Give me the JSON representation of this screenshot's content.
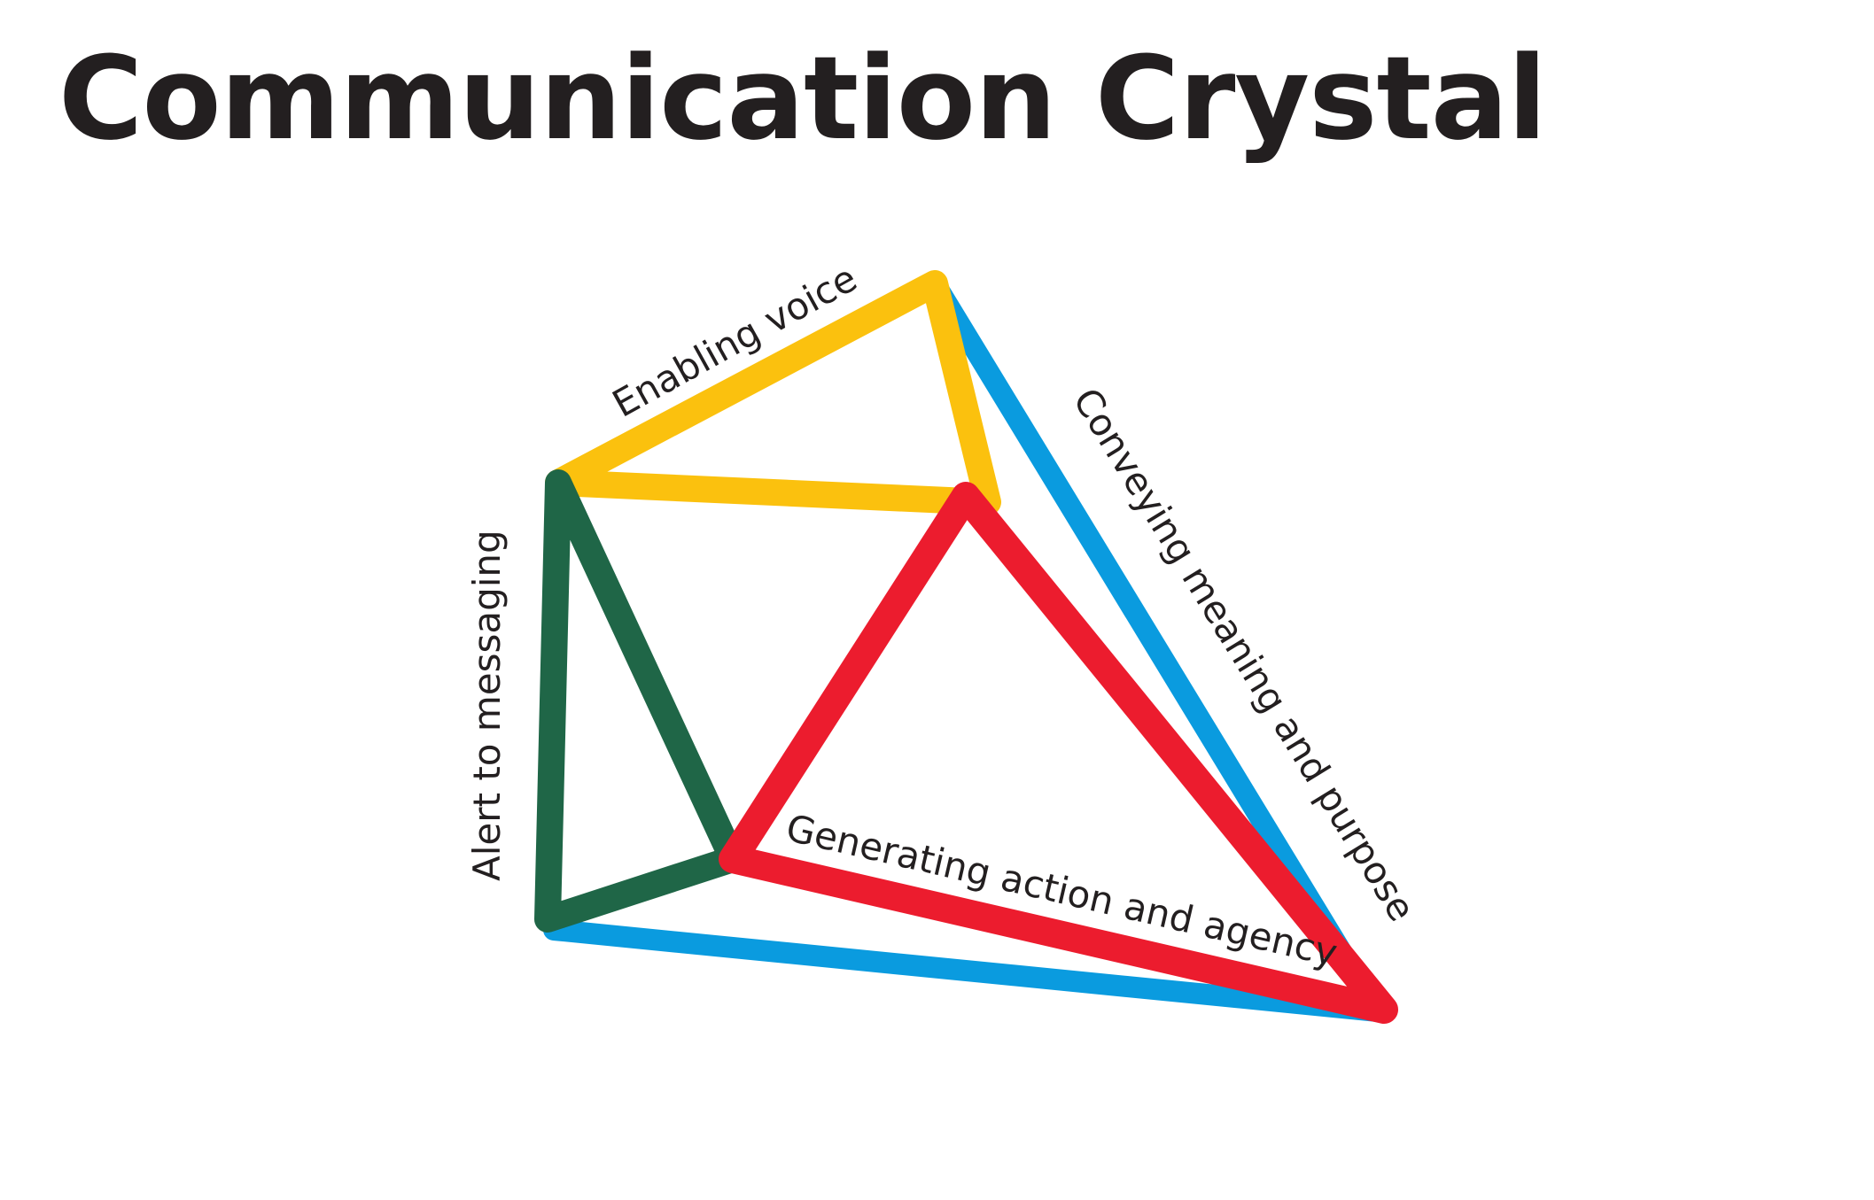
{
  "title": "Communication Crystal",
  "colors": {
    "enabling_voice": "#FBC10E",
    "conveying_meaning": "#0A9BDF",
    "alert_to_messaging": "#1F6647",
    "generating_action": "#EC1C2E",
    "text": "#231F20"
  },
  "diagram": {
    "labels": {
      "enabling_voice": "Enabling voice",
      "conveying_meaning": "Conveying meaning and purpose",
      "alert_to_messaging": "Alert to messaging",
      "generating_action": "Generating action and agency"
    }
  }
}
